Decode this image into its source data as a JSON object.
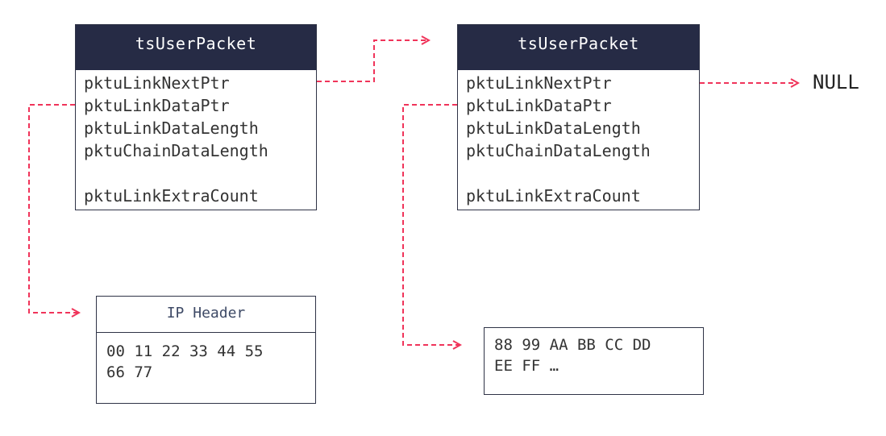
{
  "packet1": {
    "title": "tsUserPacket",
    "fields": [
      "pktuLinkNextPtr",
      "pktuLinkDataPtr",
      "pktuLinkDataLength",
      "pktuChainDataLength",
      "pktuLinkExtraCount"
    ]
  },
  "packet2": {
    "title": "tsUserPacket",
    "fields": [
      "pktuLinkNextPtr",
      "pktuLinkDataPtr",
      "pktuLinkDataLength",
      "pktuChainDataLength",
      "pktuLinkExtraCount"
    ]
  },
  "null_label": "NULL",
  "buffer1": {
    "title": "IP Header",
    "lines": [
      "00 11 22 33 44 55",
      "66 77"
    ]
  },
  "buffer2": {
    "lines": [
      "88 99 AA BB CC DD",
      "EE FF …"
    ]
  },
  "colors": {
    "header_bg": "#262b45",
    "arrow": "#f0345a",
    "border": "#2f3346"
  }
}
